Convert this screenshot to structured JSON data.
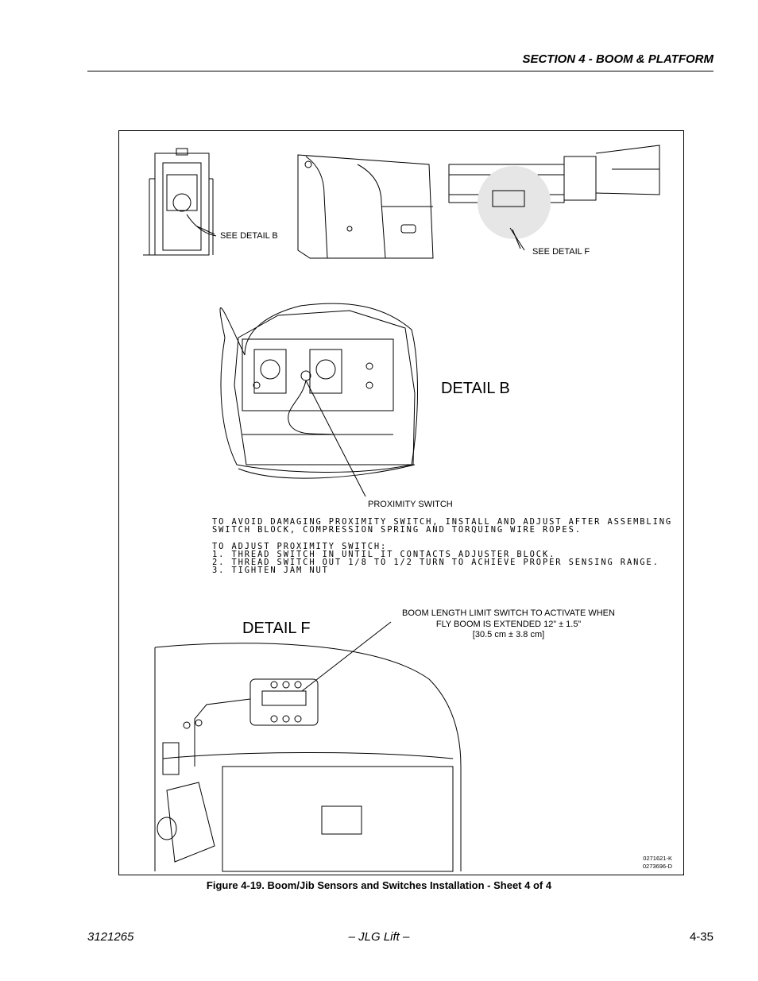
{
  "header": {
    "section_title": "SECTION 4 - BOOM & PLATFORM"
  },
  "figure": {
    "labels": {
      "see_detail_b": "SEE DETAIL B",
      "see_detail_f": "SEE DETAIL F",
      "detail_b": "DETAIL B",
      "detail_f": "DETAIL F",
      "proximity_switch": "PROXIMITY SWITCH"
    },
    "notes": [
      "TO AVOID DAMAGING PROXIMITY SWITCH, INSTALL AND ADJUST AFTER ASSEMBLING",
      "SWITCH BLOCK, COMPRESSION SPRING AND TORQUING WIRE ROPES.",
      "TO ADJUST PROXIMITY SWITCH:",
      "1. THREAD SWITCH IN UNTIL IT CONTACTS ADJUSTER BLOCK.",
      "2. THREAD SWITCH OUT 1/8 TO 1/2 TURN TO ACHIEVE PROPER SENSING RANGE.",
      "3. TIGHTEN JAM NUT"
    ],
    "callout_f": [
      "BOOM LENGTH LIMIT SWITCH TO ACTIVATE WHEN",
      "FLY BOOM IS EXTENDED 12” ± 1.5”",
      "[30.5 cm ± 3.8 cm]"
    ],
    "part_numbers": [
      "0271621-K",
      "0273696-D"
    ],
    "caption": "Figure 4-19.  Boom/Jib Sensors and Switches Installation - Sheet 4 of 4"
  },
  "footer": {
    "doc_number": "3121265",
    "center": "– JLG Lift –",
    "page": "4-35"
  }
}
